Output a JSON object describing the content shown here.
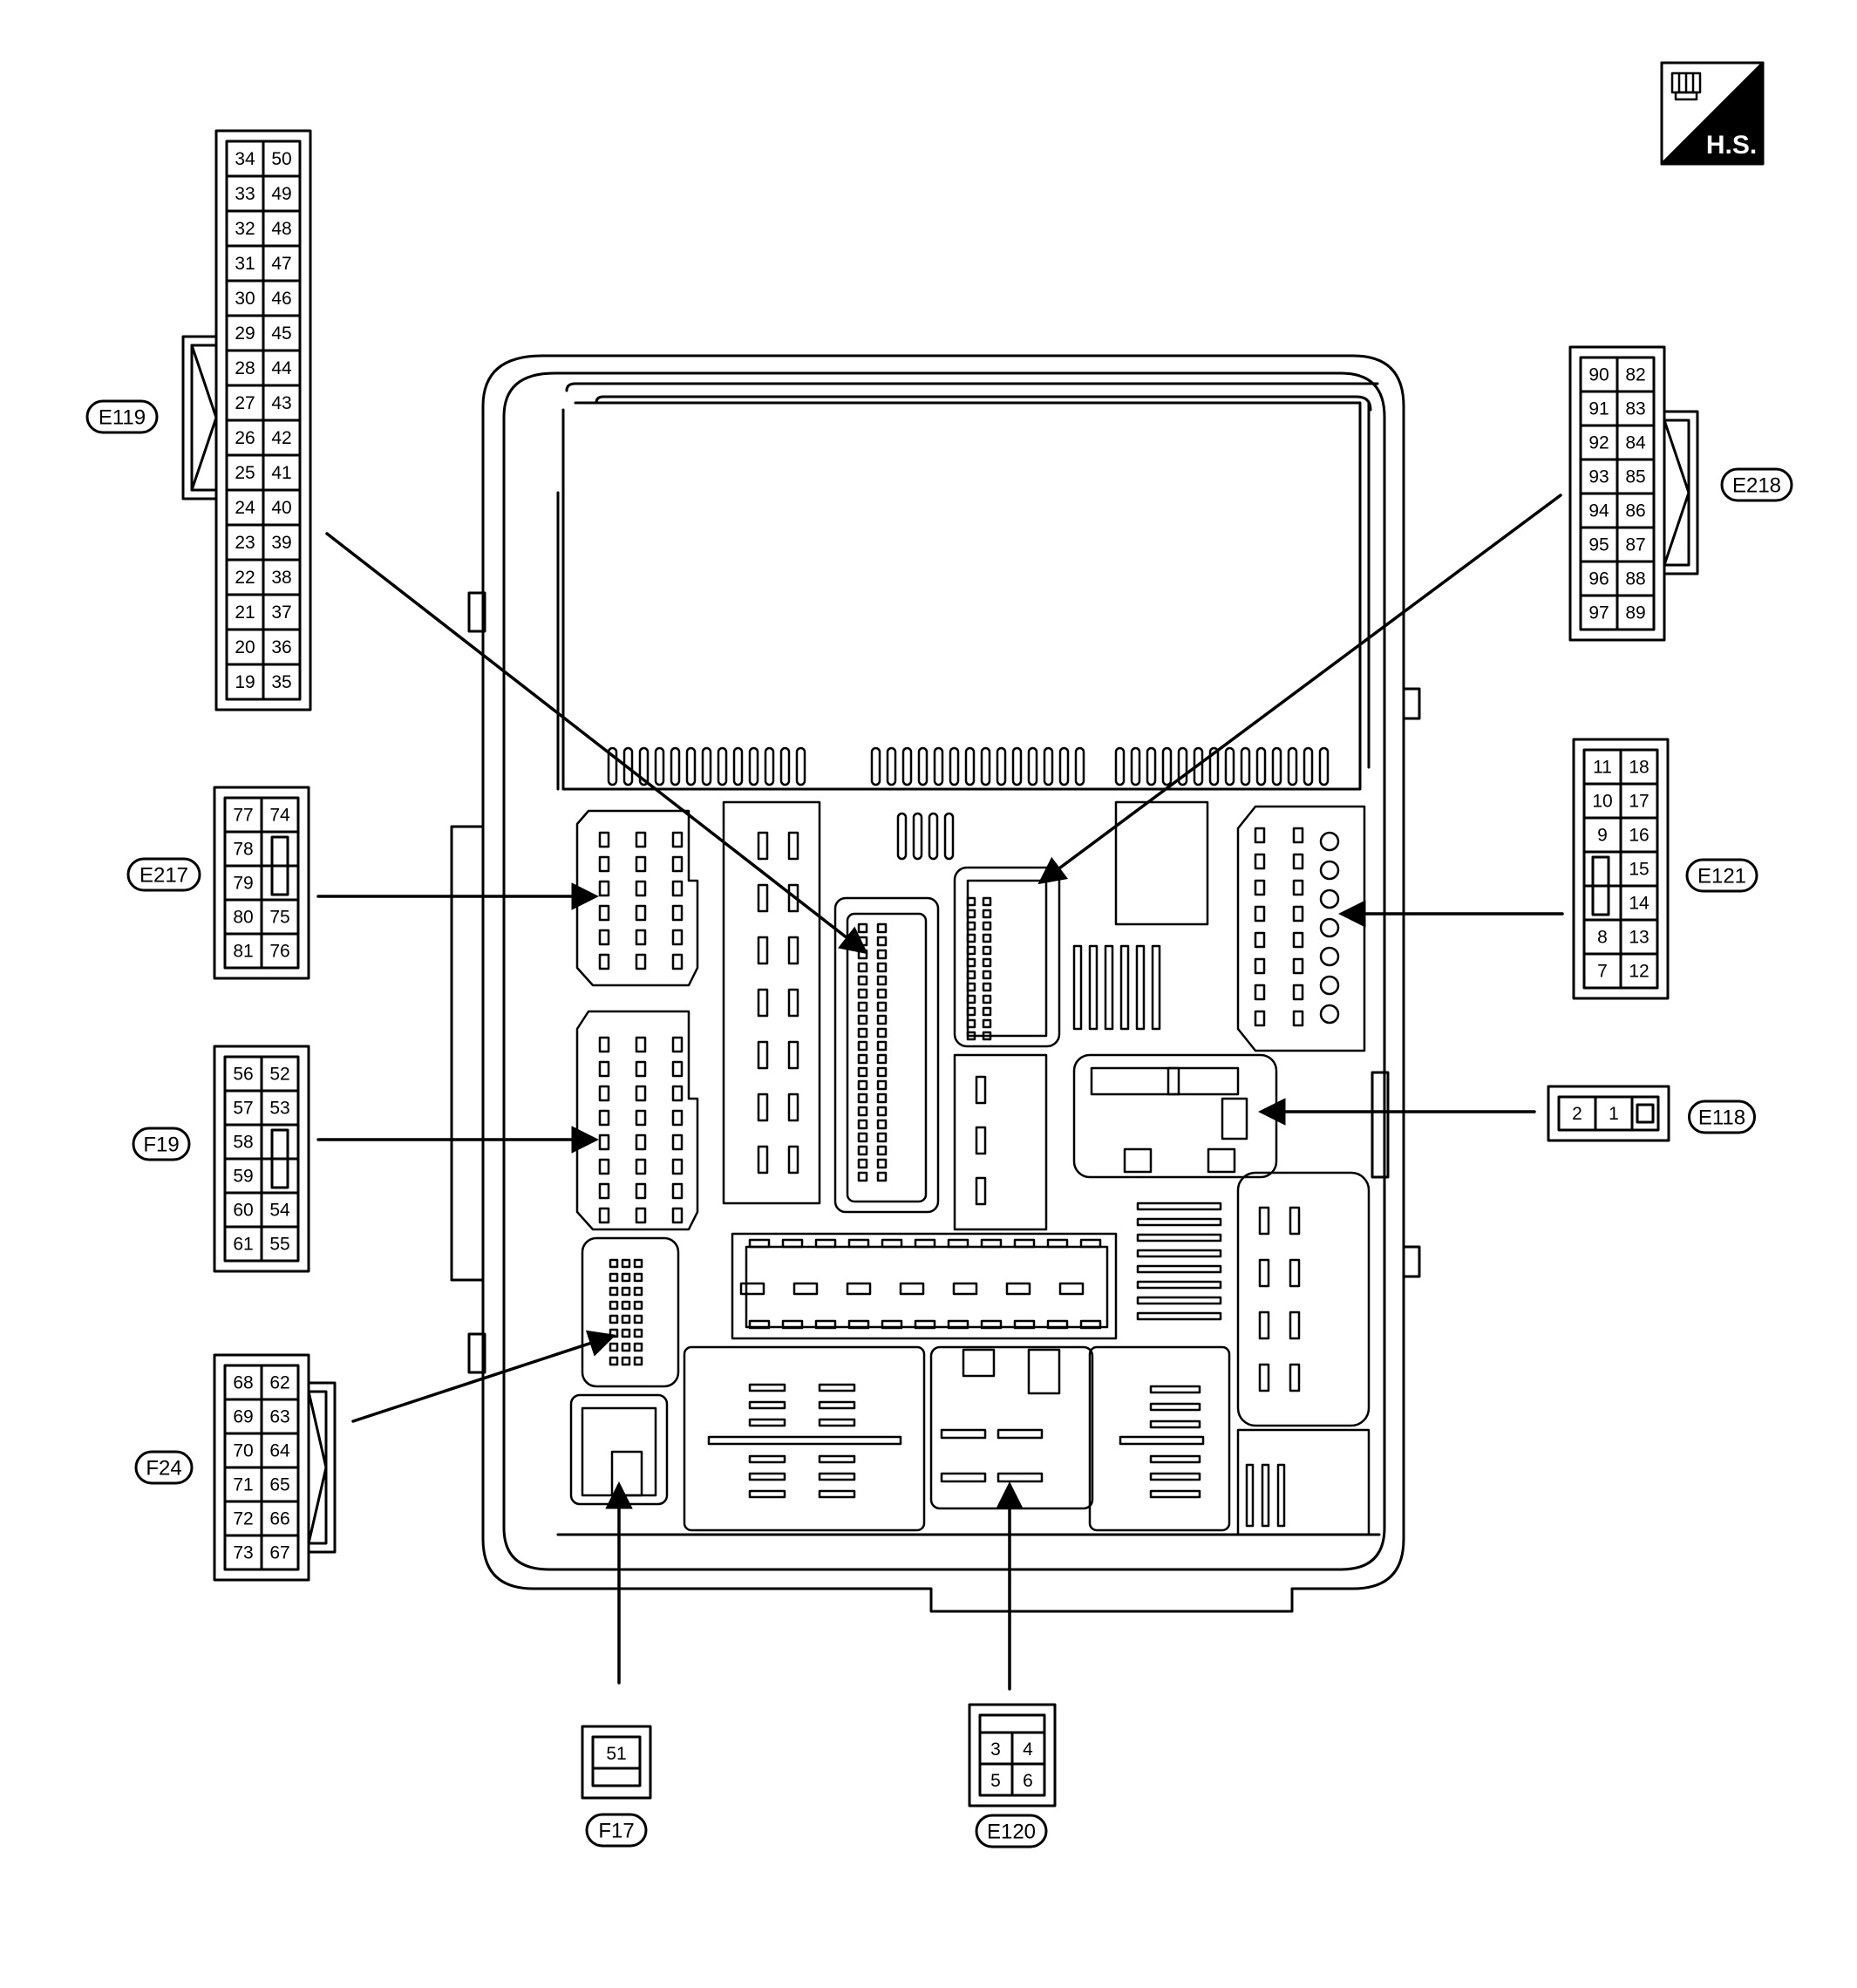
{
  "badge": {
    "text": "H.S.",
    "icon": "harness-connector-icon"
  },
  "connectors": {
    "E119": {
      "label": "E119",
      "pins": [
        [
          "34",
          "50"
        ],
        [
          "33",
          "49"
        ],
        [
          "32",
          "48"
        ],
        [
          "31",
          "47"
        ],
        [
          "30",
          "46"
        ],
        [
          "29",
          "45"
        ],
        [
          "28",
          "44"
        ],
        [
          "27",
          "43"
        ],
        [
          "26",
          "42"
        ],
        [
          "25",
          "41"
        ],
        [
          "24",
          "40"
        ],
        [
          "23",
          "39"
        ],
        [
          "22",
          "38"
        ],
        [
          "21",
          "37"
        ],
        [
          "20",
          "36"
        ],
        [
          "19",
          "35"
        ]
      ]
    },
    "E217": {
      "label": "E217",
      "pins": [
        [
          "77",
          "74"
        ],
        [
          "78",
          ""
        ],
        [
          "79",
          ""
        ],
        [
          "80",
          "75"
        ],
        [
          "81",
          "76"
        ]
      ]
    },
    "F19": {
      "label": "F19",
      "pins": [
        [
          "56",
          "52"
        ],
        [
          "57",
          "53"
        ],
        [
          "58",
          ""
        ],
        [
          "59",
          ""
        ],
        [
          "60",
          "54"
        ],
        [
          "61",
          "55"
        ]
      ]
    },
    "F24": {
      "label": "F24",
      "pins": [
        [
          "68",
          "62"
        ],
        [
          "69",
          "63"
        ],
        [
          "70",
          "64"
        ],
        [
          "71",
          "65"
        ],
        [
          "72",
          "66"
        ],
        [
          "73",
          "67"
        ]
      ]
    },
    "E218": {
      "label": "E218",
      "pins": [
        [
          "90",
          "82"
        ],
        [
          "91",
          "83"
        ],
        [
          "92",
          "84"
        ],
        [
          "93",
          "85"
        ],
        [
          "94",
          "86"
        ],
        [
          "95",
          "87"
        ],
        [
          "96",
          "88"
        ],
        [
          "97",
          "89"
        ]
      ]
    },
    "E121": {
      "label": "E121",
      "pins": [
        [
          "11",
          "18"
        ],
        [
          "10",
          "17"
        ],
        [
          "9",
          "16"
        ],
        [
          "",
          "15"
        ],
        [
          "",
          "14"
        ],
        [
          "8",
          "13"
        ],
        [
          "7",
          "12"
        ]
      ]
    },
    "E118": {
      "label": "E118",
      "pins": [
        "2",
        "1"
      ]
    },
    "F17": {
      "label": "F17",
      "pins": [
        "51"
      ]
    },
    "E120": {
      "label": "E120",
      "pins": [
        [
          "3",
          "4"
        ],
        [
          "5",
          "6"
        ]
      ]
    }
  }
}
